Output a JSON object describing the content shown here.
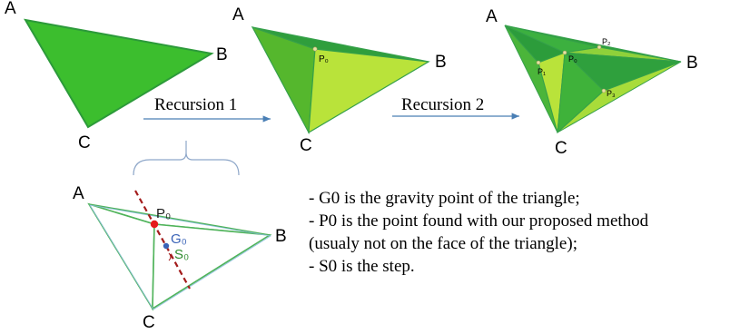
{
  "colors": {
    "green": "#3cbe2e",
    "dark_green": "#2f9e3c",
    "mid_green": "#55b72d",
    "light_green": "#b9e33a",
    "edge": "#35a04a",
    "p0_dot": "#e51b1b",
    "g0_dot": "#3a63b7",
    "s0_text": "#2e8b2e",
    "arrow": "#4a7fb5",
    "brace": "#8ea7c9",
    "dash_line": "#a31c1c"
  },
  "triangle1": {
    "a": "A",
    "b": "B",
    "c": "C"
  },
  "triangle2": {
    "a": "A",
    "b": "B",
    "c": "C",
    "p0": "P₀"
  },
  "triangle3": {
    "a": "A",
    "b": "B",
    "c": "C",
    "p0": "P₀",
    "p1": "P₁",
    "p2": "P₂",
    "p3": "P₃"
  },
  "arrows": {
    "recursion1": "Recursion 1",
    "recursion2": "Recursion 2"
  },
  "detail": {
    "a": "A",
    "b": "B",
    "c": "C",
    "p0": "P₀",
    "g0": "G₀",
    "s0": "S₀"
  },
  "notes": [
    "- G0 is the gravity point of the triangle;",
    "- P0 is the point found with our proposed method",
    "(usualy not on the face of the triangle);",
    "- S0 is the step."
  ]
}
